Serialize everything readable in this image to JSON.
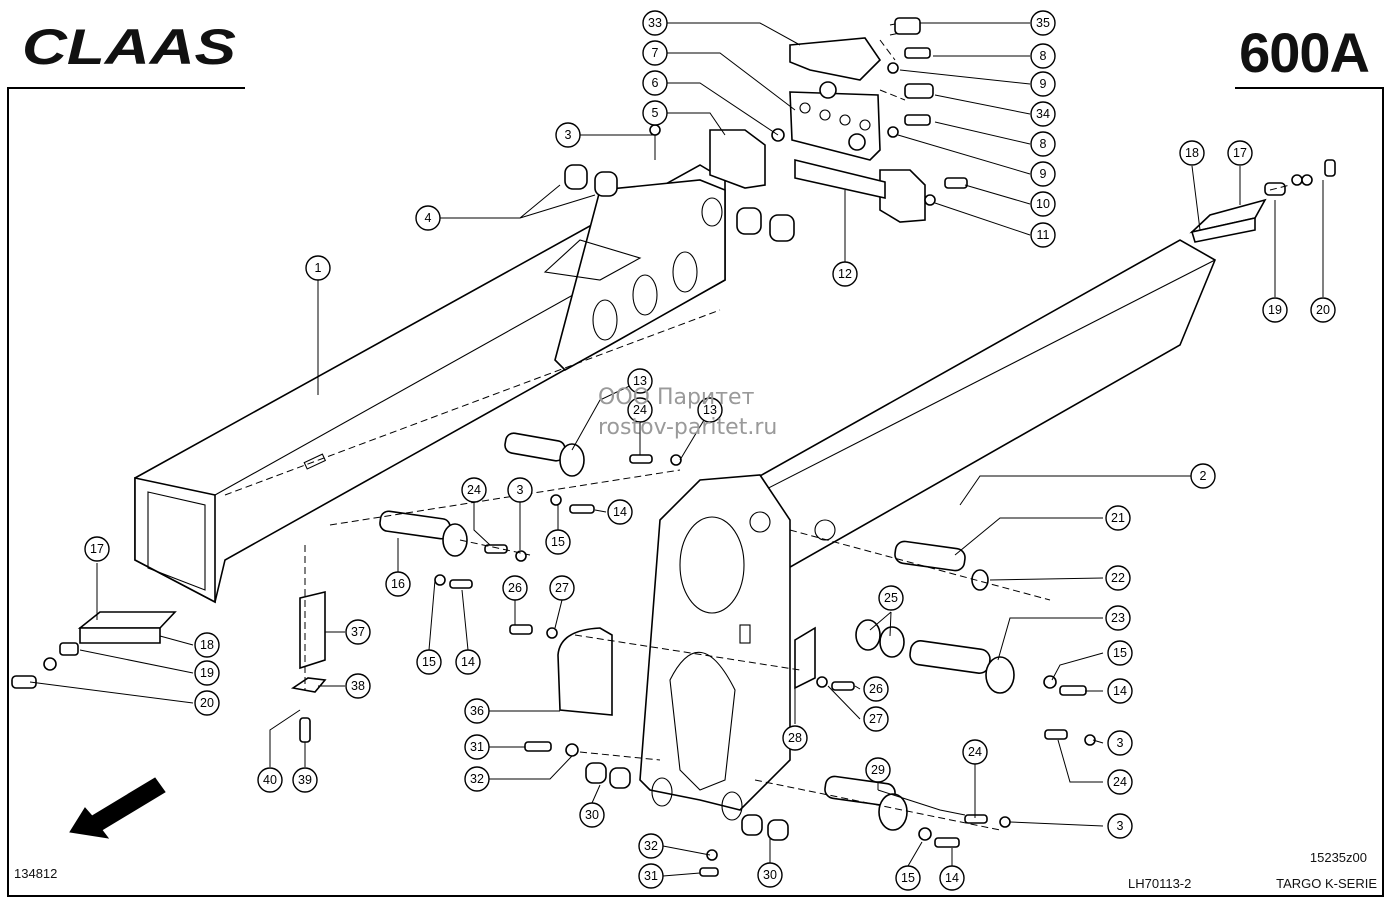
{
  "header": {
    "brand": "CLAAS",
    "page_code": "600A"
  },
  "watermark": {
    "line1": "ООО Паритет",
    "line2": "rostov-paritet.ru"
  },
  "footer": {
    "left_id": "134812",
    "drawing_no": "15235z00",
    "doc_code": "LH70113-2",
    "series": "TARGO K-SERIE"
  },
  "callouts": [
    {
      "n": "1"
    },
    {
      "n": "2"
    },
    {
      "n": "3"
    },
    {
      "n": "3"
    },
    {
      "n": "3"
    },
    {
      "n": "3"
    },
    {
      "n": "4"
    },
    {
      "n": "5"
    },
    {
      "n": "6"
    },
    {
      "n": "7"
    },
    {
      "n": "8"
    },
    {
      "n": "8"
    },
    {
      "n": "9"
    },
    {
      "n": "9"
    },
    {
      "n": "10"
    },
    {
      "n": "11"
    },
    {
      "n": "12"
    },
    {
      "n": "13"
    },
    {
      "n": "13"
    },
    {
      "n": "14"
    },
    {
      "n": "14"
    },
    {
      "n": "14"
    },
    {
      "n": "14"
    },
    {
      "n": "15"
    },
    {
      "n": "15"
    },
    {
      "n": "15"
    },
    {
      "n": "15"
    },
    {
      "n": "16"
    },
    {
      "n": "17"
    },
    {
      "n": "17"
    },
    {
      "n": "18"
    },
    {
      "n": "18"
    },
    {
      "n": "19"
    },
    {
      "n": "19"
    },
    {
      "n": "20"
    },
    {
      "n": "20"
    },
    {
      "n": "21"
    },
    {
      "n": "22"
    },
    {
      "n": "23"
    },
    {
      "n": "24"
    },
    {
      "n": "24"
    },
    {
      "n": "24"
    },
    {
      "n": "24"
    },
    {
      "n": "25"
    },
    {
      "n": "26"
    },
    {
      "n": "26"
    },
    {
      "n": "27"
    },
    {
      "n": "27"
    },
    {
      "n": "28"
    },
    {
      "n": "29"
    },
    {
      "n": "30"
    },
    {
      "n": "30"
    },
    {
      "n": "31"
    },
    {
      "n": "31"
    },
    {
      "n": "32"
    },
    {
      "n": "32"
    },
    {
      "n": "33"
    },
    {
      "n": "34"
    },
    {
      "n": "35"
    },
    {
      "n": "36"
    },
    {
      "n": "37"
    },
    {
      "n": "38"
    },
    {
      "n": "39"
    },
    {
      "n": "40"
    }
  ]
}
